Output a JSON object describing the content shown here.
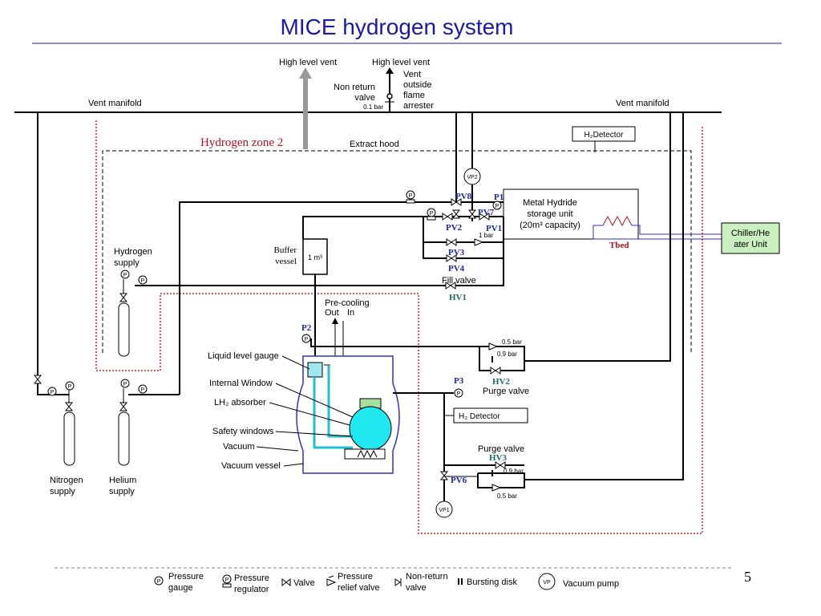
{
  "title": "MICE hydrogen system",
  "page_number": "5",
  "zones": {
    "hydrogen_zone": "Hydrogen zone 2",
    "extract_hood": "Extract hood"
  },
  "vents": {
    "high_level_vent_left": "High level vent",
    "high_level_vent_right": "High level vent",
    "vent_outside_line1": "Vent",
    "vent_outside_line2": "outside",
    "vent_outside_line3": "flame",
    "vent_outside_line4": "arrester",
    "non_return_line1": "Non return",
    "non_return_line2": "valve",
    "non_return_pressure": "0.1 bar",
    "vent_manifold_left": "Vent manifold",
    "vent_manifold_right": "Vent manifold"
  },
  "components": {
    "h2_detector_top": "H₂Detector",
    "h2_detector_bottom": "H₂ Detector",
    "metal_hydride_line1": "Metal Hydride",
    "metal_hydride_line2": "storage unit",
    "metal_hydride_line3": "(20m³ capacity)",
    "chiller_line1": "Chiller/He",
    "chiller_line2": "ater Unit",
    "tbed": "Tbed",
    "buffer_line1": "Buffer",
    "buffer_line2": "vessel",
    "buffer_capacity": "1 m³",
    "hydrogen_supply_line1": "Hydrogen",
    "hydrogen_supply_line2": "supply",
    "nitrogen_supply_line1": "Nitrogen",
    "nitrogen_supply_line2": "supply",
    "helium_supply_line1": "Helium",
    "helium_supply_line2": "supply",
    "precooling": "Pre-cooling",
    "precooling_out": "Out",
    "precooling_in": "In",
    "liquid_level_gauge": "Liquid level gauge",
    "internal_window": "Internal Window",
    "lh2_absorber": "LH₂ absorber",
    "safety_windows": "Safety windows",
    "vacuum": "Vacuum",
    "vacuum_vessel": "Vacuum vessel",
    "fill_valve": "Fill valve",
    "purge_valve_1": "Purge valve",
    "purge_valve_2": "Purge valve"
  },
  "labels": {
    "pv8": "PV8",
    "p1": "P1",
    "pv7": "PV7",
    "pv2": "PV2",
    "pv1": "PV1",
    "pv3": "PV3",
    "pv4": "PV4",
    "hv1": "HV1",
    "p2": "P2",
    "p3": "P3",
    "hv2": "HV2",
    "hv3": "HV3",
    "pv6": "PV6",
    "vp1": "VP1",
    "vp2": "VP2",
    "p_symbol": "P",
    "bar_1": "1 bar",
    "bar_05_a": "0.5 bar",
    "bar_09_a": "0.9 bar",
    "bar_09_b": "0.9 bar",
    "bar_05_b": "0.5 bar"
  },
  "legend": {
    "pressure_gauge_1": "Pressure",
    "pressure_gauge_2": "gauge",
    "pressure_regulator_1": "Pressure",
    "pressure_regulator_2": "regulator",
    "valve": "Valve",
    "relief_1": "Pressure",
    "relief_2": "relief valve",
    "nonreturn_1": "Non-return",
    "nonreturn_2": "valve",
    "bursting_disk": "Bursting disk",
    "vp_symbol": "VP",
    "vacuum_pump": "Vacuum pump"
  },
  "colors": {
    "title": "#1a1aa8",
    "zone_border": "#d02020",
    "absorber_fill": "#20e8f0",
    "chiller_fill": "#c8f0c0",
    "chiller_line": "#3030c0",
    "vacuum_vessel_line": "#3030c0"
  }
}
